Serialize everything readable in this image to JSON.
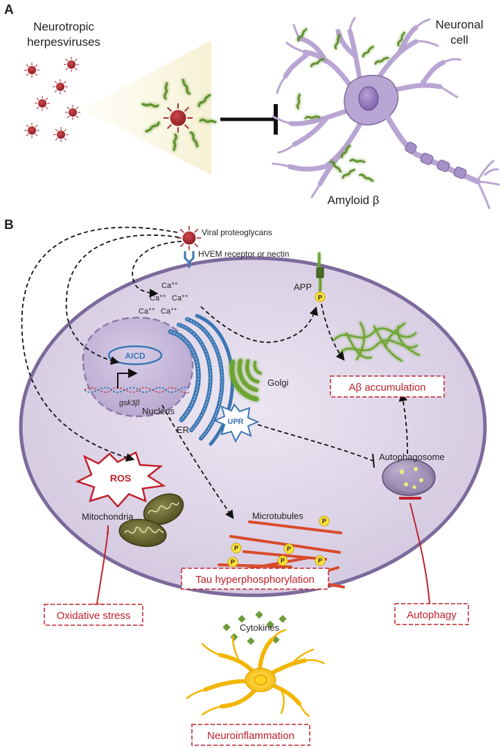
{
  "panel_a": {
    "label": "A",
    "virus_title_line1": "Neurotropic",
    "virus_title_line2": "herpesviruses",
    "neuron_title_line1": "Neuronal",
    "neuron_title_line2": "cell",
    "amyloid_label": "Amyloid β"
  },
  "panel_b": {
    "label": "B",
    "viral_proteoglycans": "Viral proteoglycans",
    "hvem_receptor": "HVEM receptor or nectin",
    "app": "APP",
    "phospho": "P",
    "calcium": "Ca",
    "calcium_charge": "++",
    "aicd": "AICD",
    "gene": "gsk3β",
    "nucleus": "Nucleus",
    "er": "ER",
    "golgi": "Golgi",
    "upr": "UPR",
    "ros": "ROS",
    "mitochondria": "Mitochondria",
    "microtubules": "Microtubules",
    "autophagosome": "Autophagosome",
    "cytokines": "Cytokines"
  },
  "boxes": {
    "abeta_accumulation": "Aβ accumulation",
    "tau_hyperphosphorylation": "Tau hyperphosphorylation",
    "oxidative_stress": "Oxidative stress",
    "autophagy": "Autophagy",
    "neuroinflammation": "Neuroinflammation"
  },
  "colors": {
    "virus": "#a3262c",
    "amyloid": "#5f8f2c",
    "neuron": "#b9a5d3",
    "cell_fill": "#e4dced",
    "cell_border": "#7d6a9c",
    "er": "#3c76b2",
    "golgi": "#6ea532",
    "alert_red": "#c0202a",
    "astrocyte": "#f2b600",
    "cytokine": "#6d9c3a"
  }
}
